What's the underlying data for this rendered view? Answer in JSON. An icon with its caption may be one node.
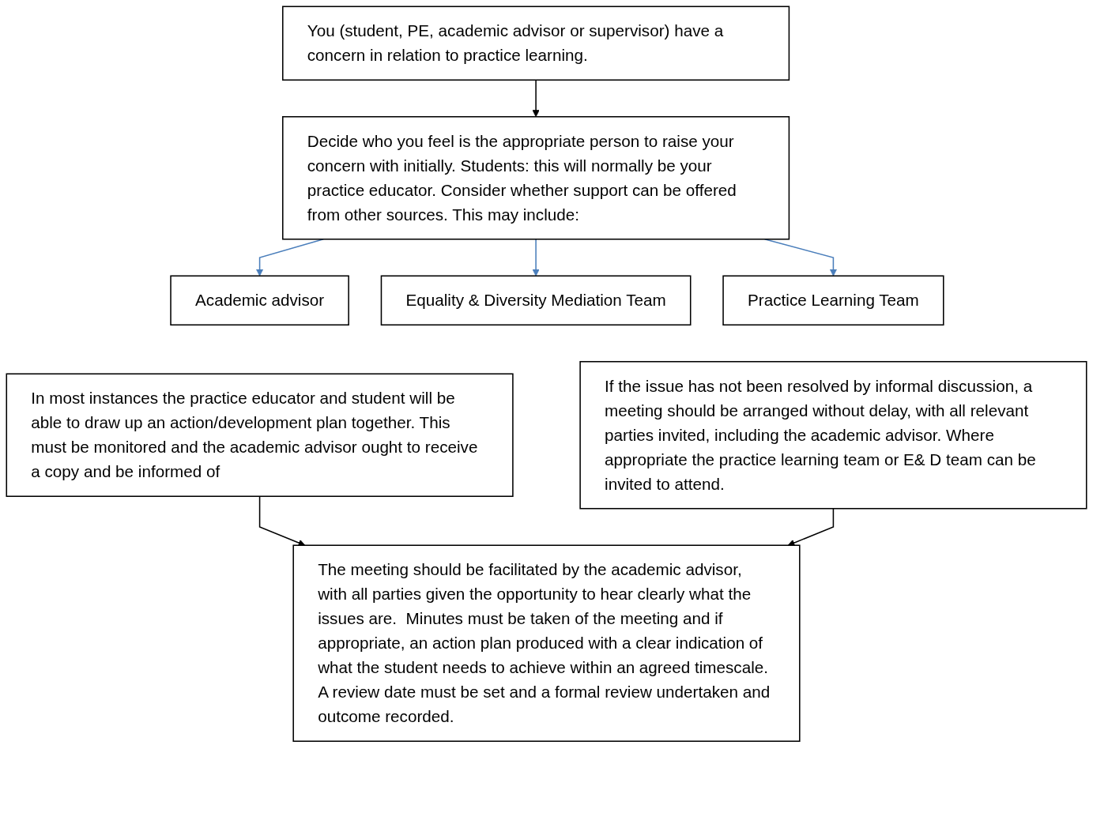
{
  "diagram": {
    "nodes": [
      {
        "text": [
          "You (student, PE, academic advisor or supervisor) have a concern in relation to practice learning."
        ]
      },
      {
        "text": [
          "Decide who you feel is the appropriate person to raise your concern with initially. Students: this will normally be your practice educator. Consider whether support can be offered from other sources. This may include:"
        ]
      },
      {
        "text": [
          "Academic advisor"
        ]
      },
      {
        "text": [
          "Equality & Diversity Mediation Team"
        ]
      },
      {
        "text": [
          "Practice Learning Team"
        ]
      },
      {
        "text": [
          "In most instances the practice educator and student will be able to draw up an action/development plan together. This must be monitored and the academic advisor ought to receive a copy and be informed of"
        ]
      },
      {
        "text": [
          "If the issue has not been resolved by informal discussion, a meeting should be arranged without delay, with all relevant parties invited, including the academic advisor. Where appropriate the practice learning team or E& D team can be invited to attend."
        ]
      },
      {
        "text": [
          "The meeting should be facilitated by the academic advisor, with all parties given the opportunity to hear clearly what the issues are.  Minutes must be taken of the meeting and if appropriate, an action plan produced with a clear indication of what the student needs to achieve within an agreed timescale. A review date must be set and a formal review undertaken and outcome recorded."
        ]
      }
    ],
    "edges": [
      {
        "from": 0,
        "to": 1,
        "arrow": "to"
      },
      {
        "from": 1,
        "to": 2,
        "arrow": "to",
        "color": "#4a7ebb"
      },
      {
        "from": 1,
        "to": 3,
        "arrow": "to",
        "color": "#4a7ebb"
      },
      {
        "from": 1,
        "to": 4,
        "arrow": "to",
        "color": "#4a7ebb"
      },
      {
        "from": 5,
        "to": 7,
        "arrow": "to"
      },
      {
        "from": 6,
        "to": 7,
        "arrow": "to"
      }
    ]
  }
}
